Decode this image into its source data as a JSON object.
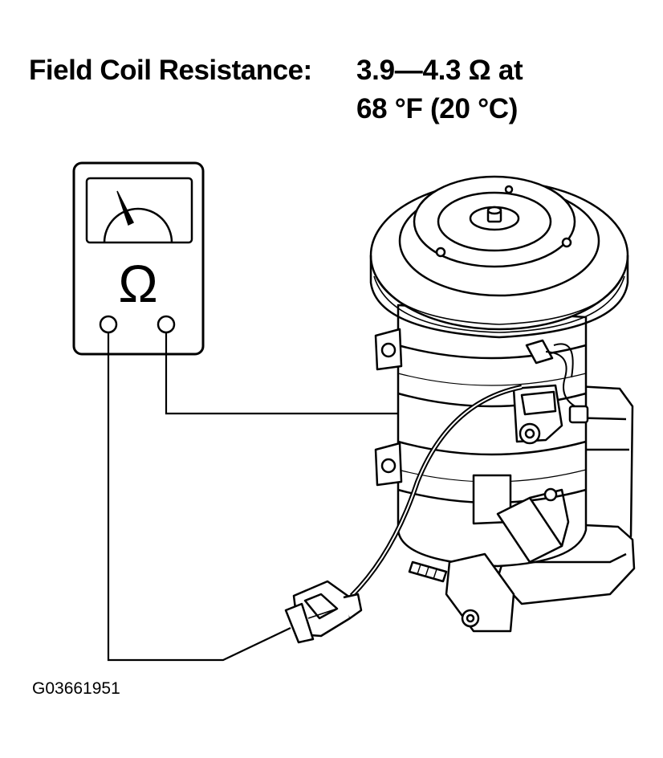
{
  "header": {
    "label": "Field Coil Resistance:",
    "value_line1": "3.9—4.3 Ω at",
    "value_line2": "68 °F (20 °C)"
  },
  "meter": {
    "symbol": "Ω"
  },
  "figure_id": "G03661951",
  "icons": [
    "ohmmeter-icon",
    "compressor-icon",
    "connector-icon"
  ]
}
